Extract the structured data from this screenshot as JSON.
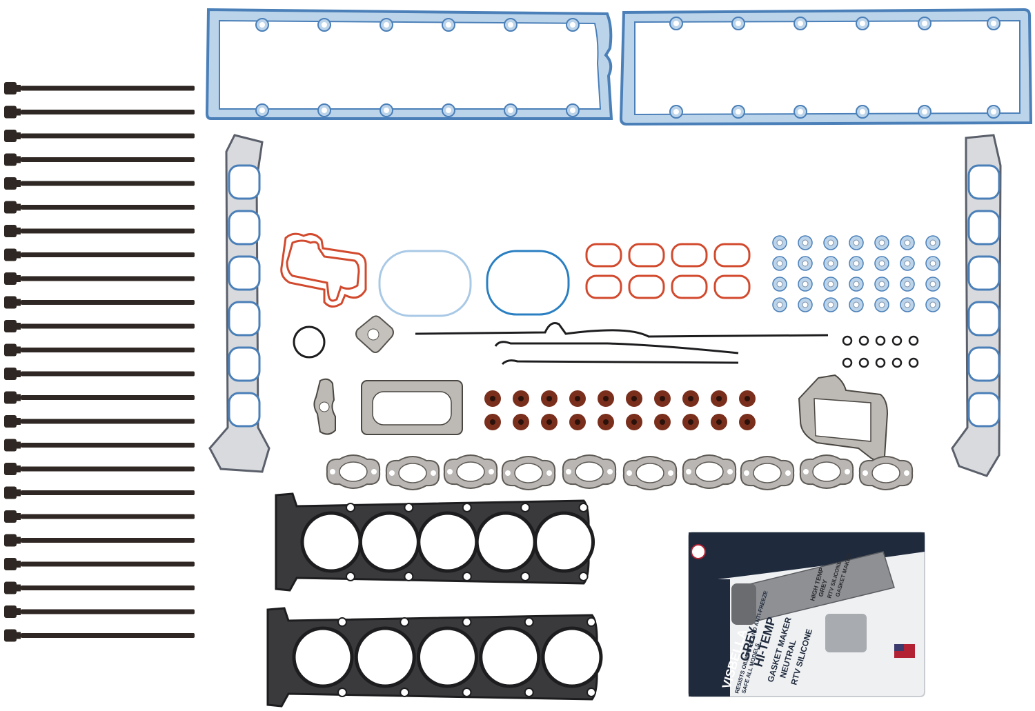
{
  "colors": {
    "background": "#ffffff",
    "bolt": "#2f2723",
    "cover_gasket_fill": "#bcd4ea",
    "cover_gasket_edge": "#4a7fb8",
    "intake_gasket": "#5a5f6a",
    "red_gasket": "#d24a2e",
    "blue_oring": "#2a7fc2",
    "clear_oring": "#a9c9e6",
    "valve_seal": "#7a2e1c",
    "exhaust_gasket": "#b9b6b3",
    "head_gasket": "#1d1d1f",
    "package_dark": "#1f2a3c",
    "tube": "#8e9094"
  },
  "parts": {
    "head_bolts": 24,
    "valve_cover_gaskets": 2,
    "intake_gaskets": 2,
    "valve_stem_seals": 20,
    "exhaust_gaskets": 10,
    "head_gaskets": 2,
    "grommet_rows": 4,
    "grommet_cols": 7,
    "small_orings": 10
  },
  "package": {
    "brand": "VISBELLA",
    "line1": "GREY",
    "line2": "HI-TEMP",
    "line3": "GASKET MAKER",
    "line4": "NEUTRAL",
    "line5": "RTV SILICONE",
    "claim1": "RESISTS OIL,WATER AND ANTI-FREEZE",
    "claim2": "SAFE ALL MODELS",
    "tube_text1": "HIGH TEMP",
    "tube_text2": "GREY",
    "tube_text3": "RTV SILICONE",
    "tube_text4": "GASKET MAKER"
  }
}
